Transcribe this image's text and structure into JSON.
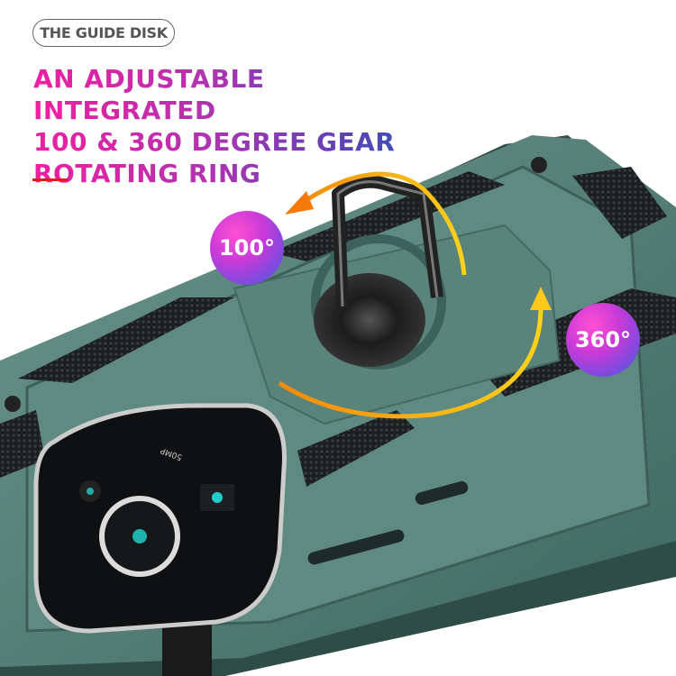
{
  "label_pill": "THE GUIDE DISK",
  "headline": {
    "lines": [
      "AN ADJUSTABLE INTEGRATED",
      "100 & 360 DEGREE GEAR",
      "ROTATING RING"
    ]
  },
  "badges": {
    "left": "100°",
    "right": "360°"
  },
  "camera_marking": "50MP",
  "colors": {
    "case_green": "#4f7b72",
    "accent_red": "#e61a1a",
    "arrow_orange": "#f5a00a",
    "headline_start": "#ee1fa0",
    "headline_end": "#2457b5"
  }
}
